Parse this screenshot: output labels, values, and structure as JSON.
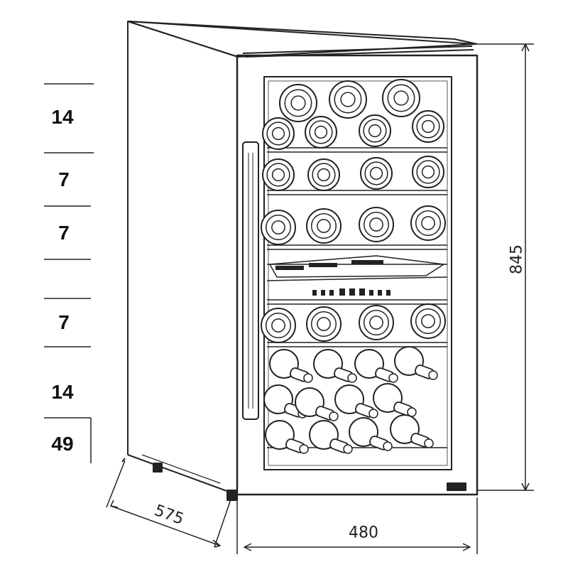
{
  "capacity": {
    "zones": [
      "14",
      "7",
      "7",
      "7",
      "14"
    ],
    "total": "49"
  },
  "dimensions": {
    "height": "845",
    "width": "480",
    "depth": "575"
  }
}
